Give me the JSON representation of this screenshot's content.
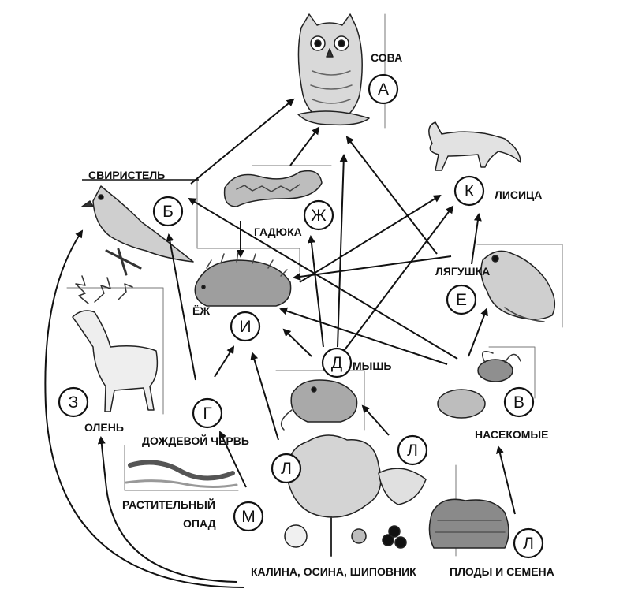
{
  "labels": {
    "owl": "СОВА",
    "waxwing": "СВИРИСТЕЛЬ",
    "viper": "ГАДЮКА",
    "fox": "ЛИСИЦА",
    "frog": "ЛЯГУШКА",
    "hedgehog": "ЁЖ",
    "mouse": "МЫШЬ",
    "insects": "НАСЕКОМЫЕ",
    "deer": "ОЛЕНЬ",
    "earthworm": "ДОЖДЕВОЙ ЧЕРВЬ",
    "litter_line1": "РАСТИТЕЛЬНЫЙ",
    "litter_line2": "ОПАД",
    "shrubs": "КАЛИНА, ОСИНА, ШИПОВНИК",
    "fruits": "ПЛОДЫ И СЕМЕНА"
  },
  "markers": {
    "owl": "А",
    "waxwing": "Б",
    "insects": "В",
    "earthworm": "Г",
    "mouse": "Д",
    "frog": "Е",
    "viper": "Ж",
    "deer": "З",
    "hedgehog": "И",
    "fox": "К",
    "shrubs_left": "Л",
    "shrubs_right": "Л",
    "fruits": "Л",
    "litter": "М"
  }
}
